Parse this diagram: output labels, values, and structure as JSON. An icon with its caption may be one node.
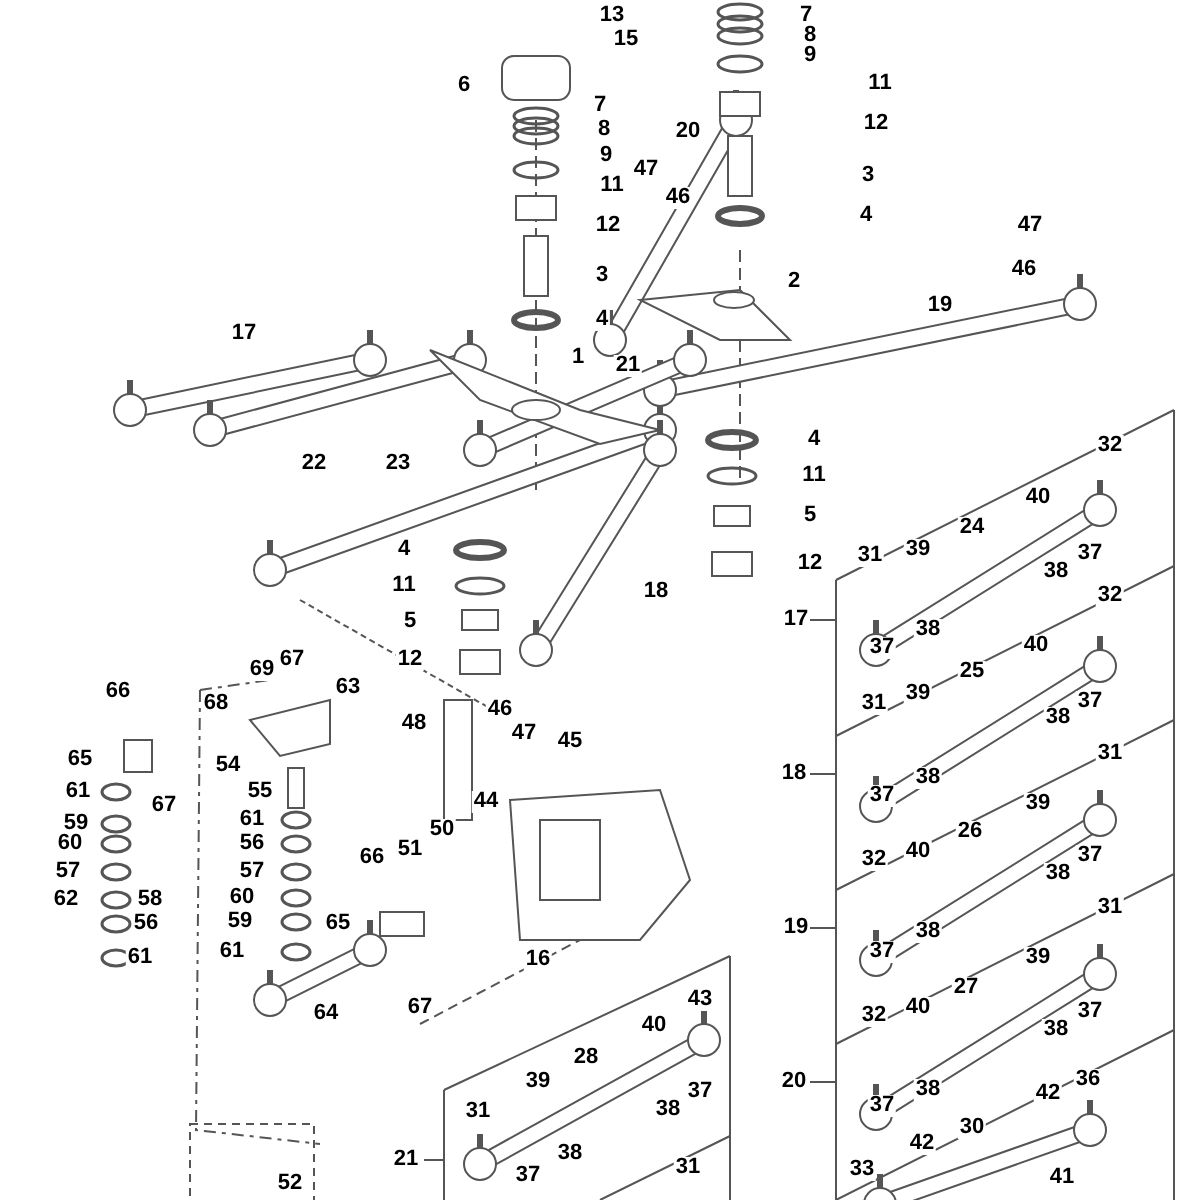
{
  "diagram": {
    "labels": [
      "7",
      "13",
      "8",
      "15",
      "9",
      "11",
      "6",
      "7",
      "12",
      "8",
      "20",
      "9",
      "47",
      "3",
      "11",
      "46",
      "4",
      "12",
      "47",
      "46",
      "3",
      "2",
      "19",
      "4",
      "17",
      "1",
      "21",
      "4",
      "32",
      "22",
      "23",
      "11",
      "40",
      "5",
      "24",
      "4",
      "39",
      "37",
      "31",
      "12",
      "38",
      "11",
      "18",
      "32",
      "17",
      "5",
      "38",
      "40",
      "37",
      "67",
      "12",
      "69",
      "25",
      "63",
      "66",
      "39",
      "37",
      "68",
      "31",
      "46",
      "38",
      "48",
      "47",
      "45",
      "31",
      "65",
      "54",
      "18",
      "38",
      "61",
      "55",
      "37",
      "44",
      "39",
      "67",
      "61",
      "59",
      "50",
      "26",
      "60",
      "56",
      "51",
      "40",
      "37",
      "66",
      "32",
      "57",
      "57",
      "38",
      "60",
      "62",
      "58",
      "31",
      "59",
      "56",
      "65",
      "19",
      "38",
      "61",
      "37",
      "61",
      "39",
      "16",
      "27",
      "43",
      "67",
      "40",
      "37",
      "64",
      "32",
      "40",
      "38",
      "28",
      "36",
      "39",
      "20",
      "38",
      "37",
      "42",
      "37",
      "38",
      "31",
      "30",
      "42",
      "38",
      "21",
      "31",
      "33",
      "37",
      "41",
      "52"
    ]
  }
}
